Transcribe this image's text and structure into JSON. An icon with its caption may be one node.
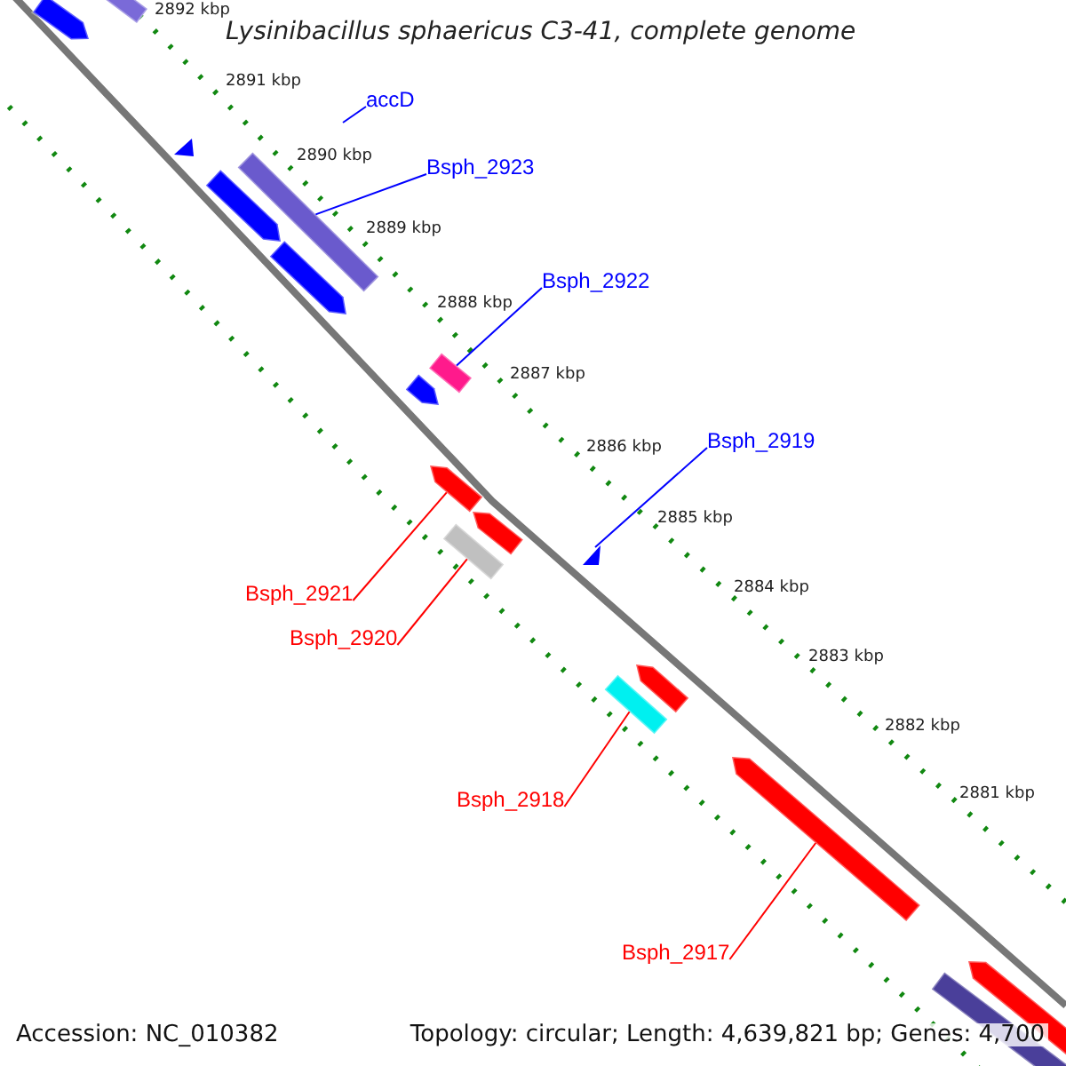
{
  "diagram": {
    "title": "Lysinibacillus sphaericus C3-41, complete genome",
    "nodes": [
      {
        "text": [
          "accD"
        ]
      },
      {
        "text": [
          "Bsph_2923"
        ]
      },
      {
        "text": [],
        "shape": "bar"
      },
      {
        "text": [
          "Bsph_2922"
        ]
      },
      {
        "text": [],
        "shape": "bar"
      },
      {
        "text": [
          "Bsph_2919"
        ]
      },
      {
        "text": [],
        "shape": "triangle"
      },
      {
        "text": [
          "Bsph_2921"
        ]
      },
      {
        "text": [],
        "shape": "arrow"
      },
      {
        "text": [
          "Bsph_2920"
        ]
      },
      {
        "text": [],
        "shape": "bar"
      },
      {
        "text": [
          "Bsph_2918"
        ]
      },
      {
        "text": [],
        "shape": "bar"
      },
      {
        "text": [
          "Bsph_2917"
        ]
      },
      {
        "text": [],
        "shape": "arrow"
      },
      {
        "text": [],
        "shape": "bar"
      },
      {
        "text": [],
        "shape": "arrow"
      },
      {
        "text": [],
        "shape": "arrow"
      },
      {
        "text": [],
        "shape": "arrow"
      },
      {
        "text": [],
        "shape": "arrow"
      },
      {
        "text": [],
        "shape": "arrow"
      },
      {
        "text": [],
        "shape": "arrow"
      },
      {
        "text": [],
        "shape": "bar"
      },
      {
        "text": [],
        "shape": "arrow"
      },
      {
        "text": [],
        "shape": "triangle"
      }
    ],
    "edges": [
      {
        "from": 0,
        "to": null,
        "arrow": "none"
      },
      {
        "from": 1,
        "to": 2,
        "arrow": "none"
      },
      {
        "from": 3,
        "to": 4,
        "arrow": "none"
      },
      {
        "from": 5,
        "to": 6,
        "arrow": "none"
      },
      {
        "from": 7,
        "to": 8,
        "arrow": "none",
        "color": "#ff0000"
      },
      {
        "from": 9,
        "to": 10,
        "arrow": "none",
        "color": "#ff0000"
      },
      {
        "from": 11,
        "to": 12,
        "arrow": "none",
        "color": "#ff0000"
      },
      {
        "from": 13,
        "to": 14,
        "arrow": "none",
        "color": "#ff0000"
      }
    ],
    "labels": [
      "2892 kbp",
      "2891 kbp",
      "2890 kbp",
      "2889 kbp",
      "2888 kbp",
      "2887 kbp",
      "2886 kbp",
      "2885 kbp",
      "2884 kbp",
      "2883 kbp",
      "2882 kbp",
      "2881 kbp",
      "Accession: NC_010382",
      "Topology: circular; Length: 4,639,821 bp; Genes: 4,700"
    ]
  }
}
